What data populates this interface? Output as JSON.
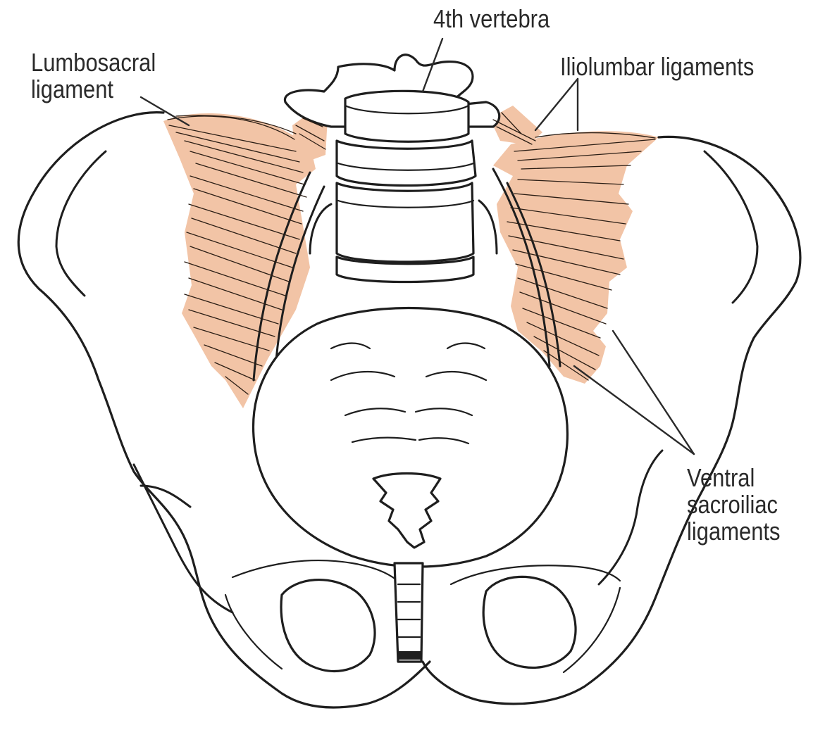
{
  "labels": {
    "vertebra": "4th vertebra",
    "lumbosacral": [
      "Lumbosacral",
      "ligament"
    ],
    "iliolumbar": "Iliolumbar ligaments",
    "ventral": [
      "Ventral",
      "sacroiliac",
      "ligaments"
    ]
  },
  "colors": {
    "ligament_fill": "#f2c4a6",
    "line": "#1e1e1e",
    "background": "#ffffff"
  }
}
